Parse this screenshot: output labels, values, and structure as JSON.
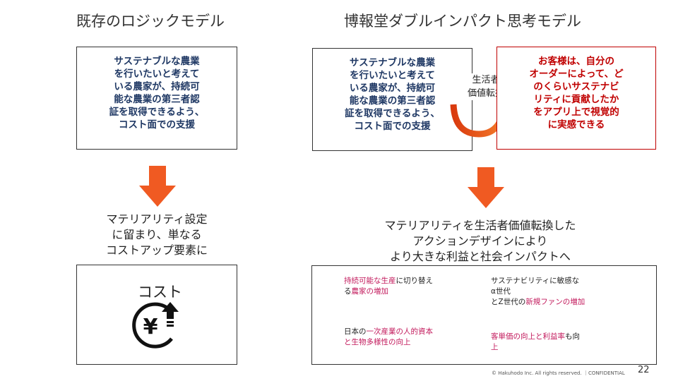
{
  "left": {
    "title": "既存のロジックモデル",
    "box_lines": [
      "サステナブルな農業",
      "を行いたいと考えて",
      "いる農家が、持続可",
      "能な農業の第三者認",
      "証を取得できるよう、",
      "コスト面での支援"
    ],
    "result_lines": [
      "マテリアリティ設定",
      "に留まり、単なる",
      "コストアップ要素に"
    ],
    "cost_label": "コスト",
    "cost_icon": "yen-up-arrow-icon"
  },
  "right": {
    "title": "博報堂ダブルインパクト思考モデル",
    "box_lines": [
      "サステナブルな農業",
      "を行いたいと考えて",
      "いる農家が、持続可",
      "能な農業の第三者認",
      "証を取得できるよう、",
      "コスト面での支援"
    ],
    "transform_lines": [
      "生活者",
      "価値転換"
    ],
    "red_box_lines": [
      "お客様は、自分の",
      "オーダーによって、ど",
      "のくらいサステナビ",
      "リティに貢献したか",
      "をアプリ上で視覚的",
      "に実感できる"
    ],
    "result_lines": [
      "マテリアリティを生活者価値転換した",
      "アクションデザインにより",
      "より大きな利益と社会インパクトへ"
    ],
    "impacts": {
      "q1_line1_mag": "持続可能な生産",
      "q1_line1_rest": "に切り替え",
      "q1_line2_pre": "る",
      "q1_line2_mag": "農家の増加",
      "q2_line1": "サステナビリティに敏感な",
      "q2_line2": "α世代",
      "q2_line3_pre": "とZ世代の",
      "q2_line3_mag": "新規ファンの増加",
      "q3_line1_pre": "日本の",
      "q3_line1_mag": "一次産業の人的資本",
      "q3_line2_mag": "と生物多様性の向上",
      "q4_line1_mag": "客単価の向上と利益率",
      "q4_line1_rest": "も向",
      "q4_line2_mag": "上"
    }
  },
  "footer": {
    "copyright": "© Hakuhodo Inc. All rights reserved.",
    "confidential": "CONFIDENTIAL",
    "page_number": "22"
  },
  "colors": {
    "box_text": "#1f3864",
    "red": "#c00000",
    "arrow": "#f05a22",
    "magenta": "#c2185b"
  }
}
